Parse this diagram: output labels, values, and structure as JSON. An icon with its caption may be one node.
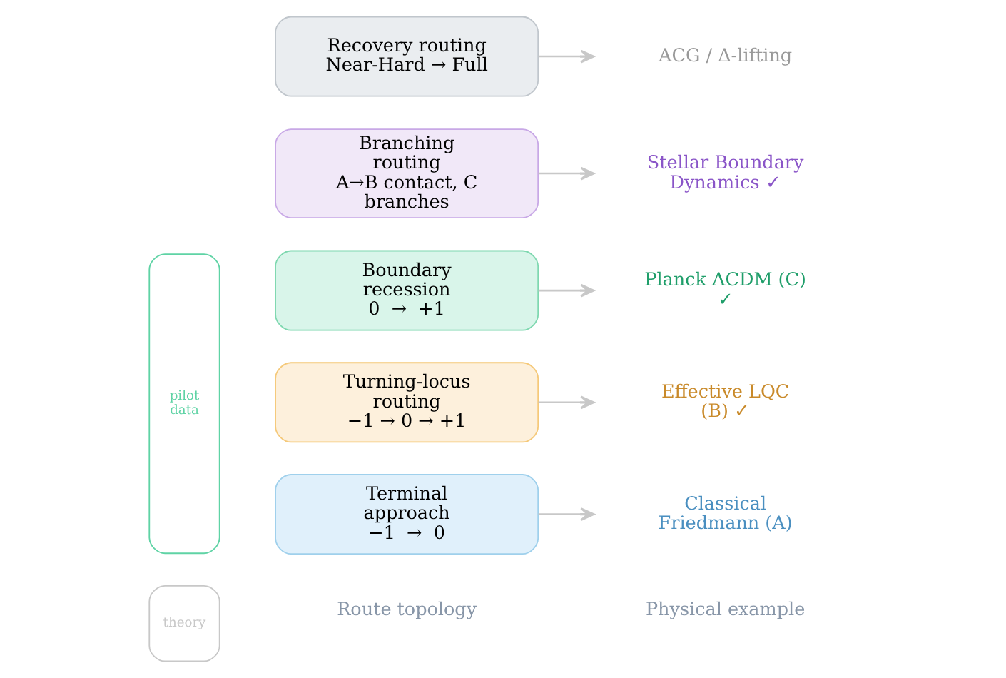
{
  "diagram": {
    "nodes": [
      {
        "text": [
          "Terminal approach",
          "−1  →  0"
        ]
      },
      {
        "text": [
          "Classical Friedmann (A)"
        ]
      },
      {
        "text": [
          "Turning-locus routing",
          "−1 → 0 → +1"
        ]
      },
      {
        "text": [
          "Effective LQC (B) ✓"
        ]
      },
      {
        "text": [
          "Boundary recession",
          "0  →  +1"
        ]
      },
      {
        "text": [
          "Planck ΛCDM (C) ✓"
        ]
      },
      {
        "text": [
          "Branching routing",
          "A→B contact, C branches"
        ]
      },
      {
        "text": [
          "Stellar Boundary Dynamics ✓"
        ]
      },
      {
        "text": [
          "Recovery routing",
          "Near-Hard → Full"
        ]
      },
      {
        "text": [
          "ACG / Δ-lifting"
        ]
      },
      {
        "text": [
          "pilot data"
        ]
      },
      {
        "text": [
          "theory"
        ]
      }
    ],
    "edges": [
      {
        "from": 0,
        "to": 1,
        "arrow": "to"
      },
      {
        "from": 2,
        "to": 3,
        "arrow": "to"
      },
      {
        "from": 4,
        "to": 5,
        "arrow": "to"
      },
      {
        "from": 6,
        "to": 7,
        "arrow": "to"
      },
      {
        "from": 8,
        "to": 9,
        "arrow": "to"
      }
    ],
    "labels": [
      "Route topology",
      "Physical example"
    ]
  }
}
